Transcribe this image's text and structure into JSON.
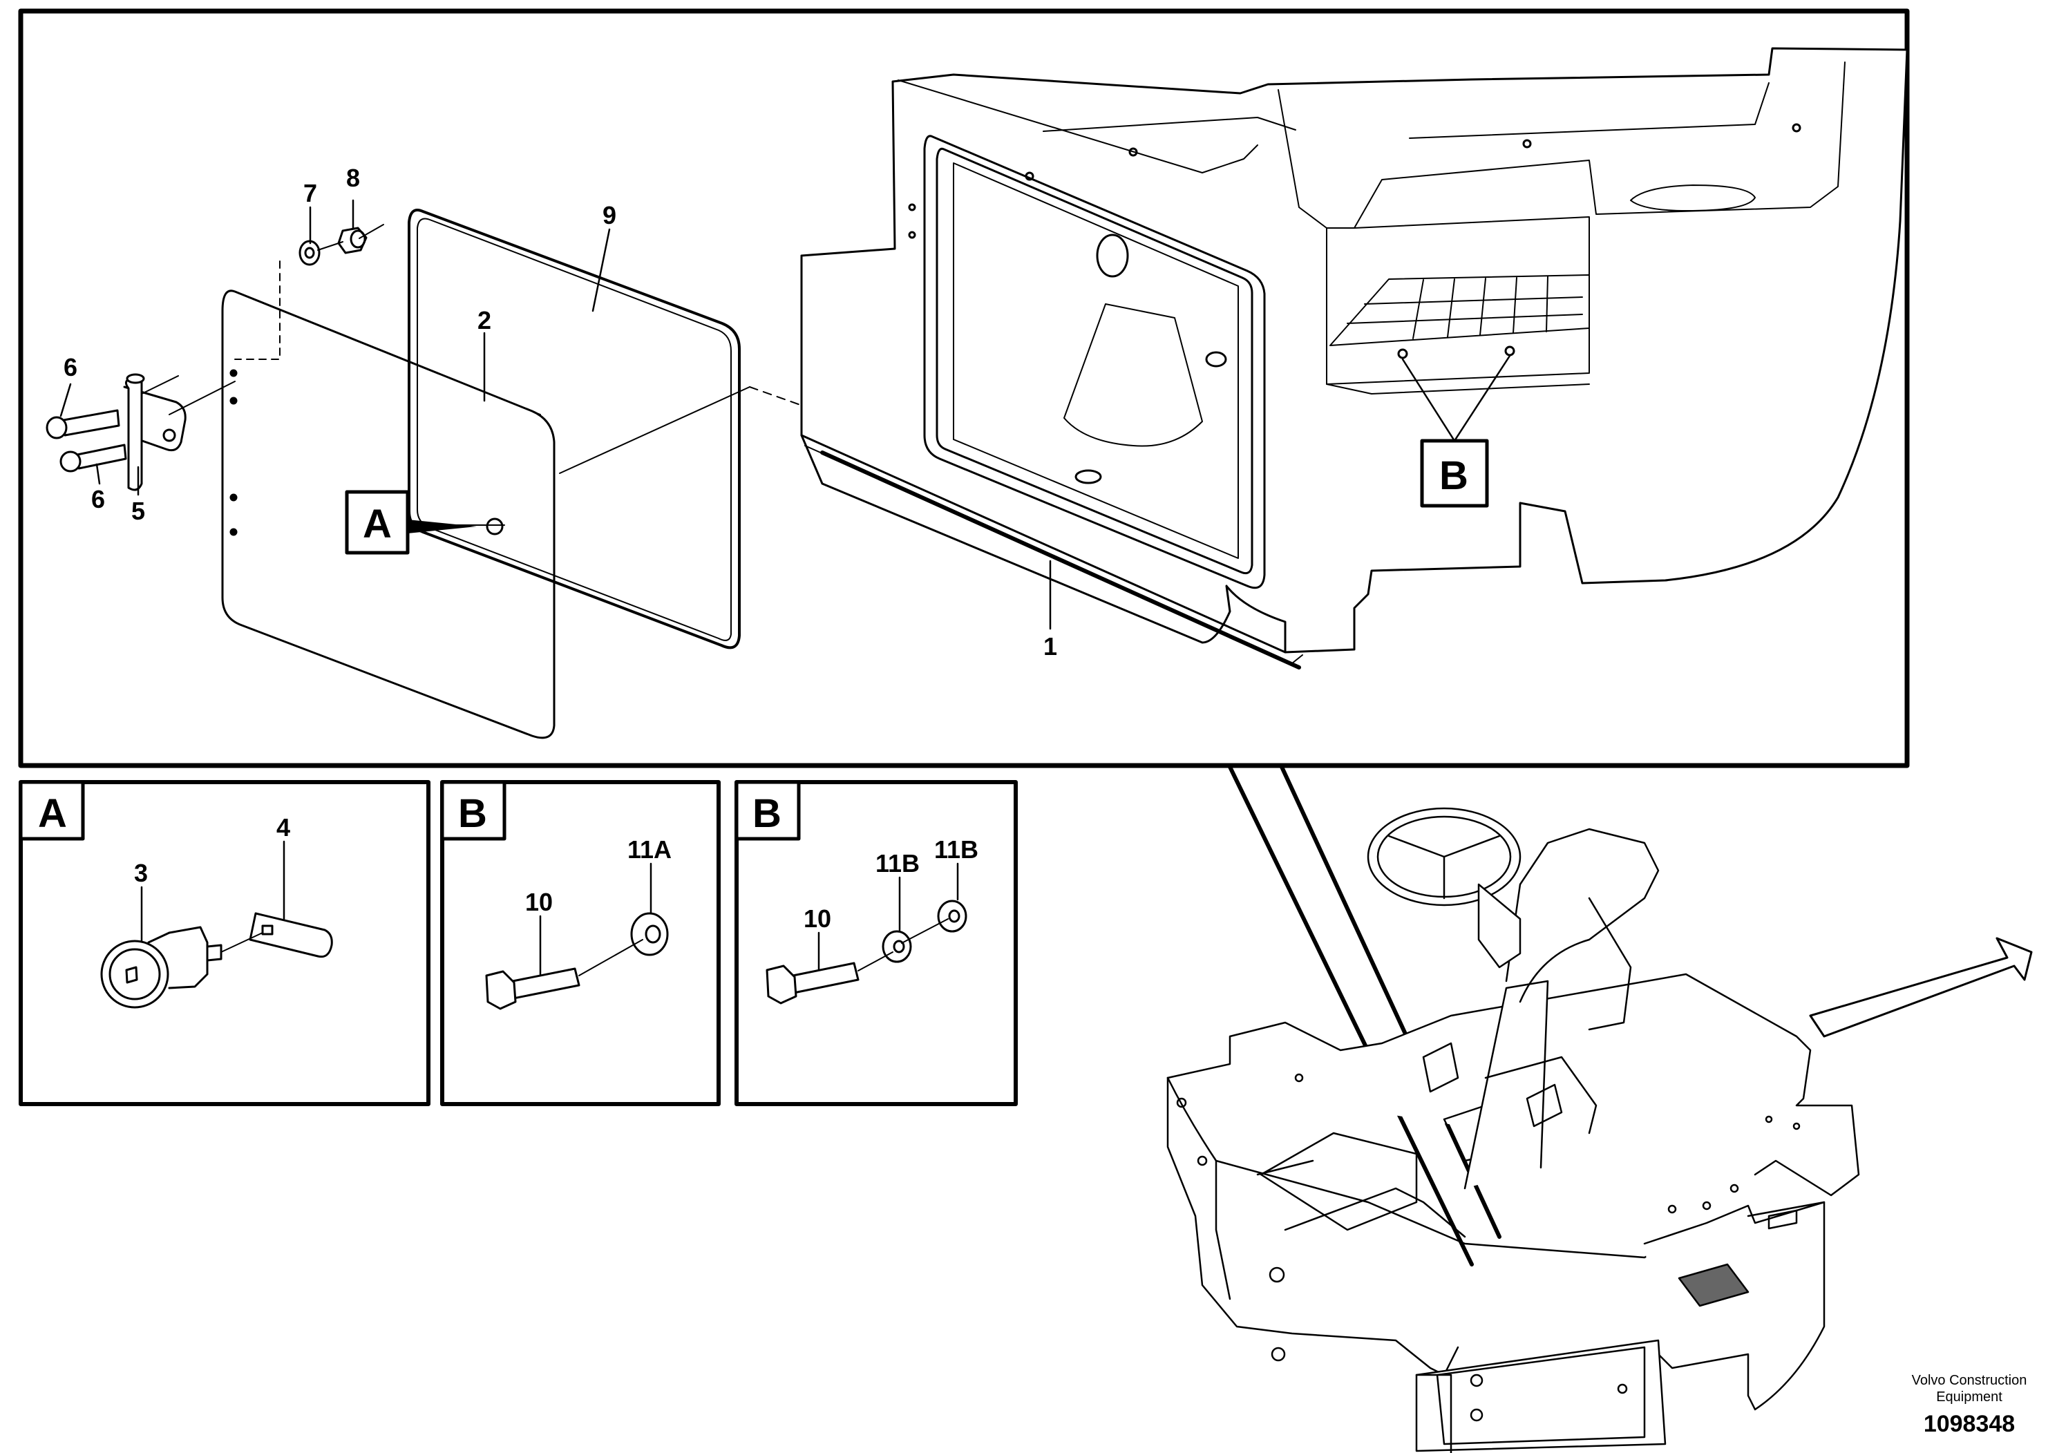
{
  "main_view": {
    "part_numbers": [
      "1",
      "2",
      "5",
      "6",
      "6",
      "7",
      "8",
      "9"
    ],
    "detail_refs": [
      "A",
      "B"
    ]
  },
  "detail_views": [
    {
      "letter": "A",
      "parts": [
        "3",
        "4"
      ]
    },
    {
      "letter": "B",
      "parts": [
        "10",
        "11A"
      ]
    },
    {
      "letter": "B",
      "parts": [
        "10",
        "11B",
        "11B"
      ]
    }
  ],
  "footer": {
    "credit_line1": "Volvo Construction",
    "credit_line2": "Equipment",
    "document_number": "1098348"
  },
  "icons": [
    "direction-arrow-icon"
  ]
}
